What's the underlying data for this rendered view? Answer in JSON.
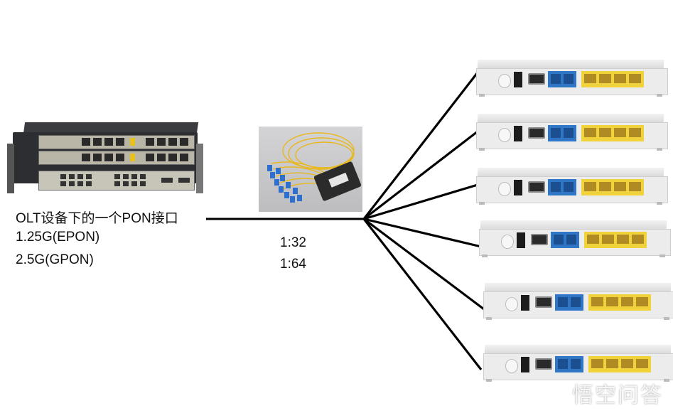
{
  "diagram": {
    "title": "PON point-to-multipoint topology",
    "olt": {
      "label_line1": "OLT设备下的一个PON接口",
      "label_line2": "1.25G(EPON)",
      "label_line3": "2.5G(GPON)",
      "image": "olt-chassis"
    },
    "splitter": {
      "image": "optical-splitter",
      "ratio_line1": "1:32",
      "ratio_line2": "1:64"
    },
    "onus": [
      {
        "id": "onu-1",
        "image": "onu-router"
      },
      {
        "id": "onu-2",
        "image": "onu-router"
      },
      {
        "id": "onu-3",
        "image": "onu-router"
      },
      {
        "id": "onu-4",
        "image": "onu-router"
      },
      {
        "id": "onu-5",
        "image": "onu-router"
      },
      {
        "id": "onu-6",
        "image": "onu-router"
      }
    ],
    "colors": {
      "line": "#000000",
      "lan_ports": "#f0d23a",
      "phone_ports": "#2f77c6"
    }
  },
  "watermark": "悟空问答"
}
